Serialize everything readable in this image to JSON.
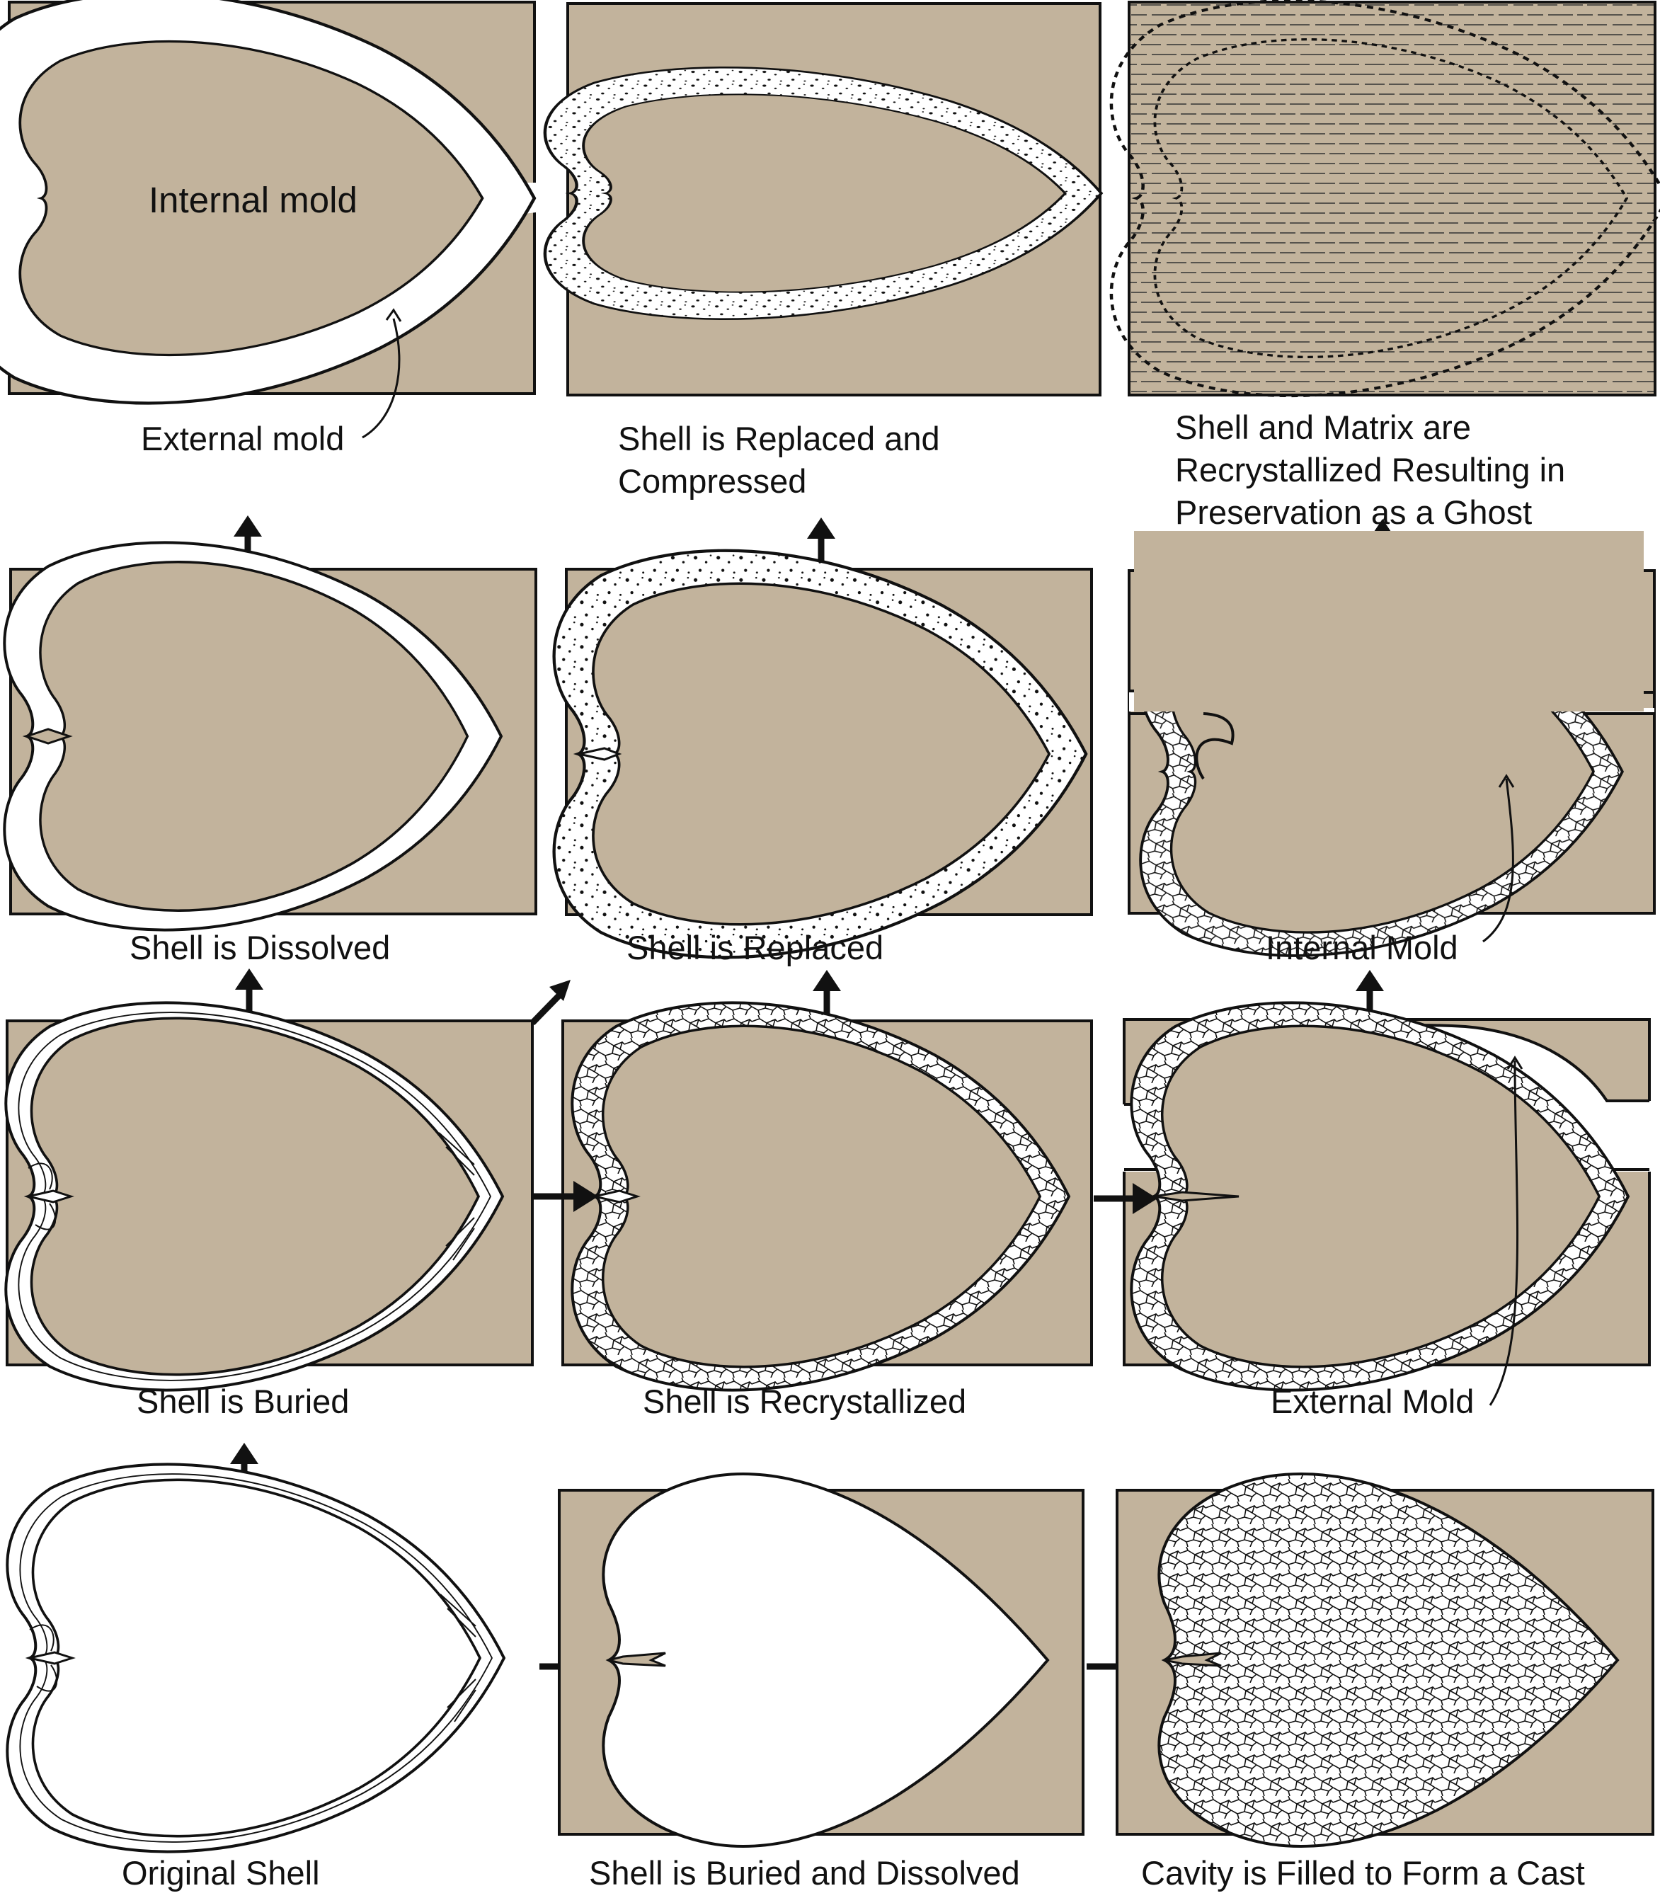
{
  "colors": {
    "sediment": "#c2b39c",
    "ink": "#111111",
    "void": "#ffffff"
  },
  "panels": {
    "original_shell": {
      "label": "Original Shell"
    },
    "buried_dissolved": {
      "label": "Shell is Buried and Dissolved"
    },
    "cast": {
      "label": "Cavity is Filled to Form a Cast"
    },
    "buried": {
      "label": "Shell is Buried"
    },
    "recrystallized": {
      "label": "Shell is Recrystallized"
    },
    "external_mold_split": {
      "label": "External Mold"
    },
    "dissolved": {
      "label": "Shell is Dissolved"
    },
    "replaced": {
      "label": "Shell is Replaced"
    },
    "internal_mold_split": {
      "label": "Internal Mold"
    },
    "molds": {
      "inner_label": "Internal mold",
      "label": "External mold"
    },
    "replaced_compressed": {
      "label_line1": "Shell is Replaced and",
      "label_line2": "Compressed"
    },
    "ghost": {
      "label_line1": "Shell and Matrix are",
      "label_line2": "Recrystallized Resulting in",
      "label_line3": "Preservation as a Ghost"
    }
  }
}
